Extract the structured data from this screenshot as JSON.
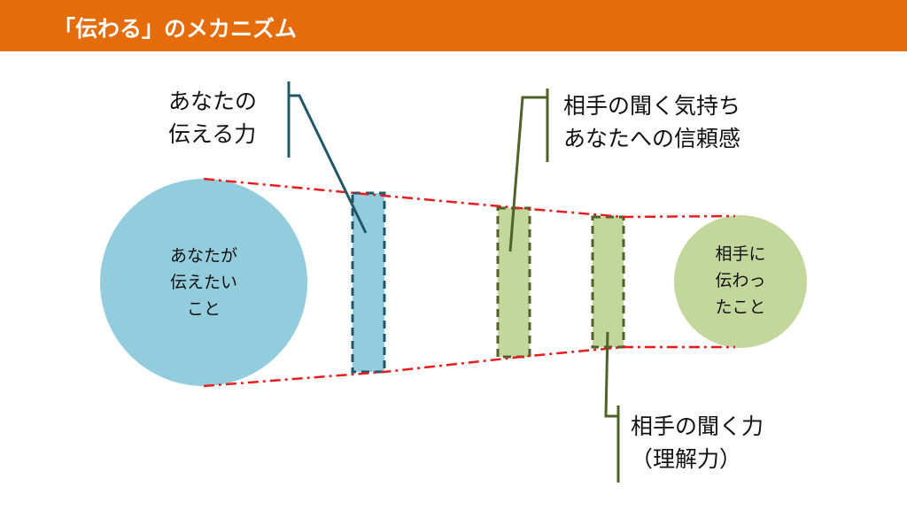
{
  "header": {
    "title": "「伝わる」のメカニズム"
  },
  "diagram": {
    "source_circle": {
      "lines": [
        "あなたが",
        "伝えたい",
        "こと"
      ]
    },
    "target_circle": {
      "lines": [
        "相手に",
        "伝わっ",
        "たこと"
      ]
    },
    "callout_sender": {
      "lines": [
        "あなたの",
        "伝える力"
      ]
    },
    "callout_willingness": {
      "lines": [
        "相手の聞く気持ち",
        "あなたへの信頼感"
      ]
    },
    "callout_ability": {
      "lines": [
        "相手の聞く力",
        "（理解力）"
      ]
    }
  },
  "colors": {
    "header": "#E46C0A",
    "blue": "#93CDDD",
    "green": "#C3D69B",
    "red": "#E41E1E"
  }
}
